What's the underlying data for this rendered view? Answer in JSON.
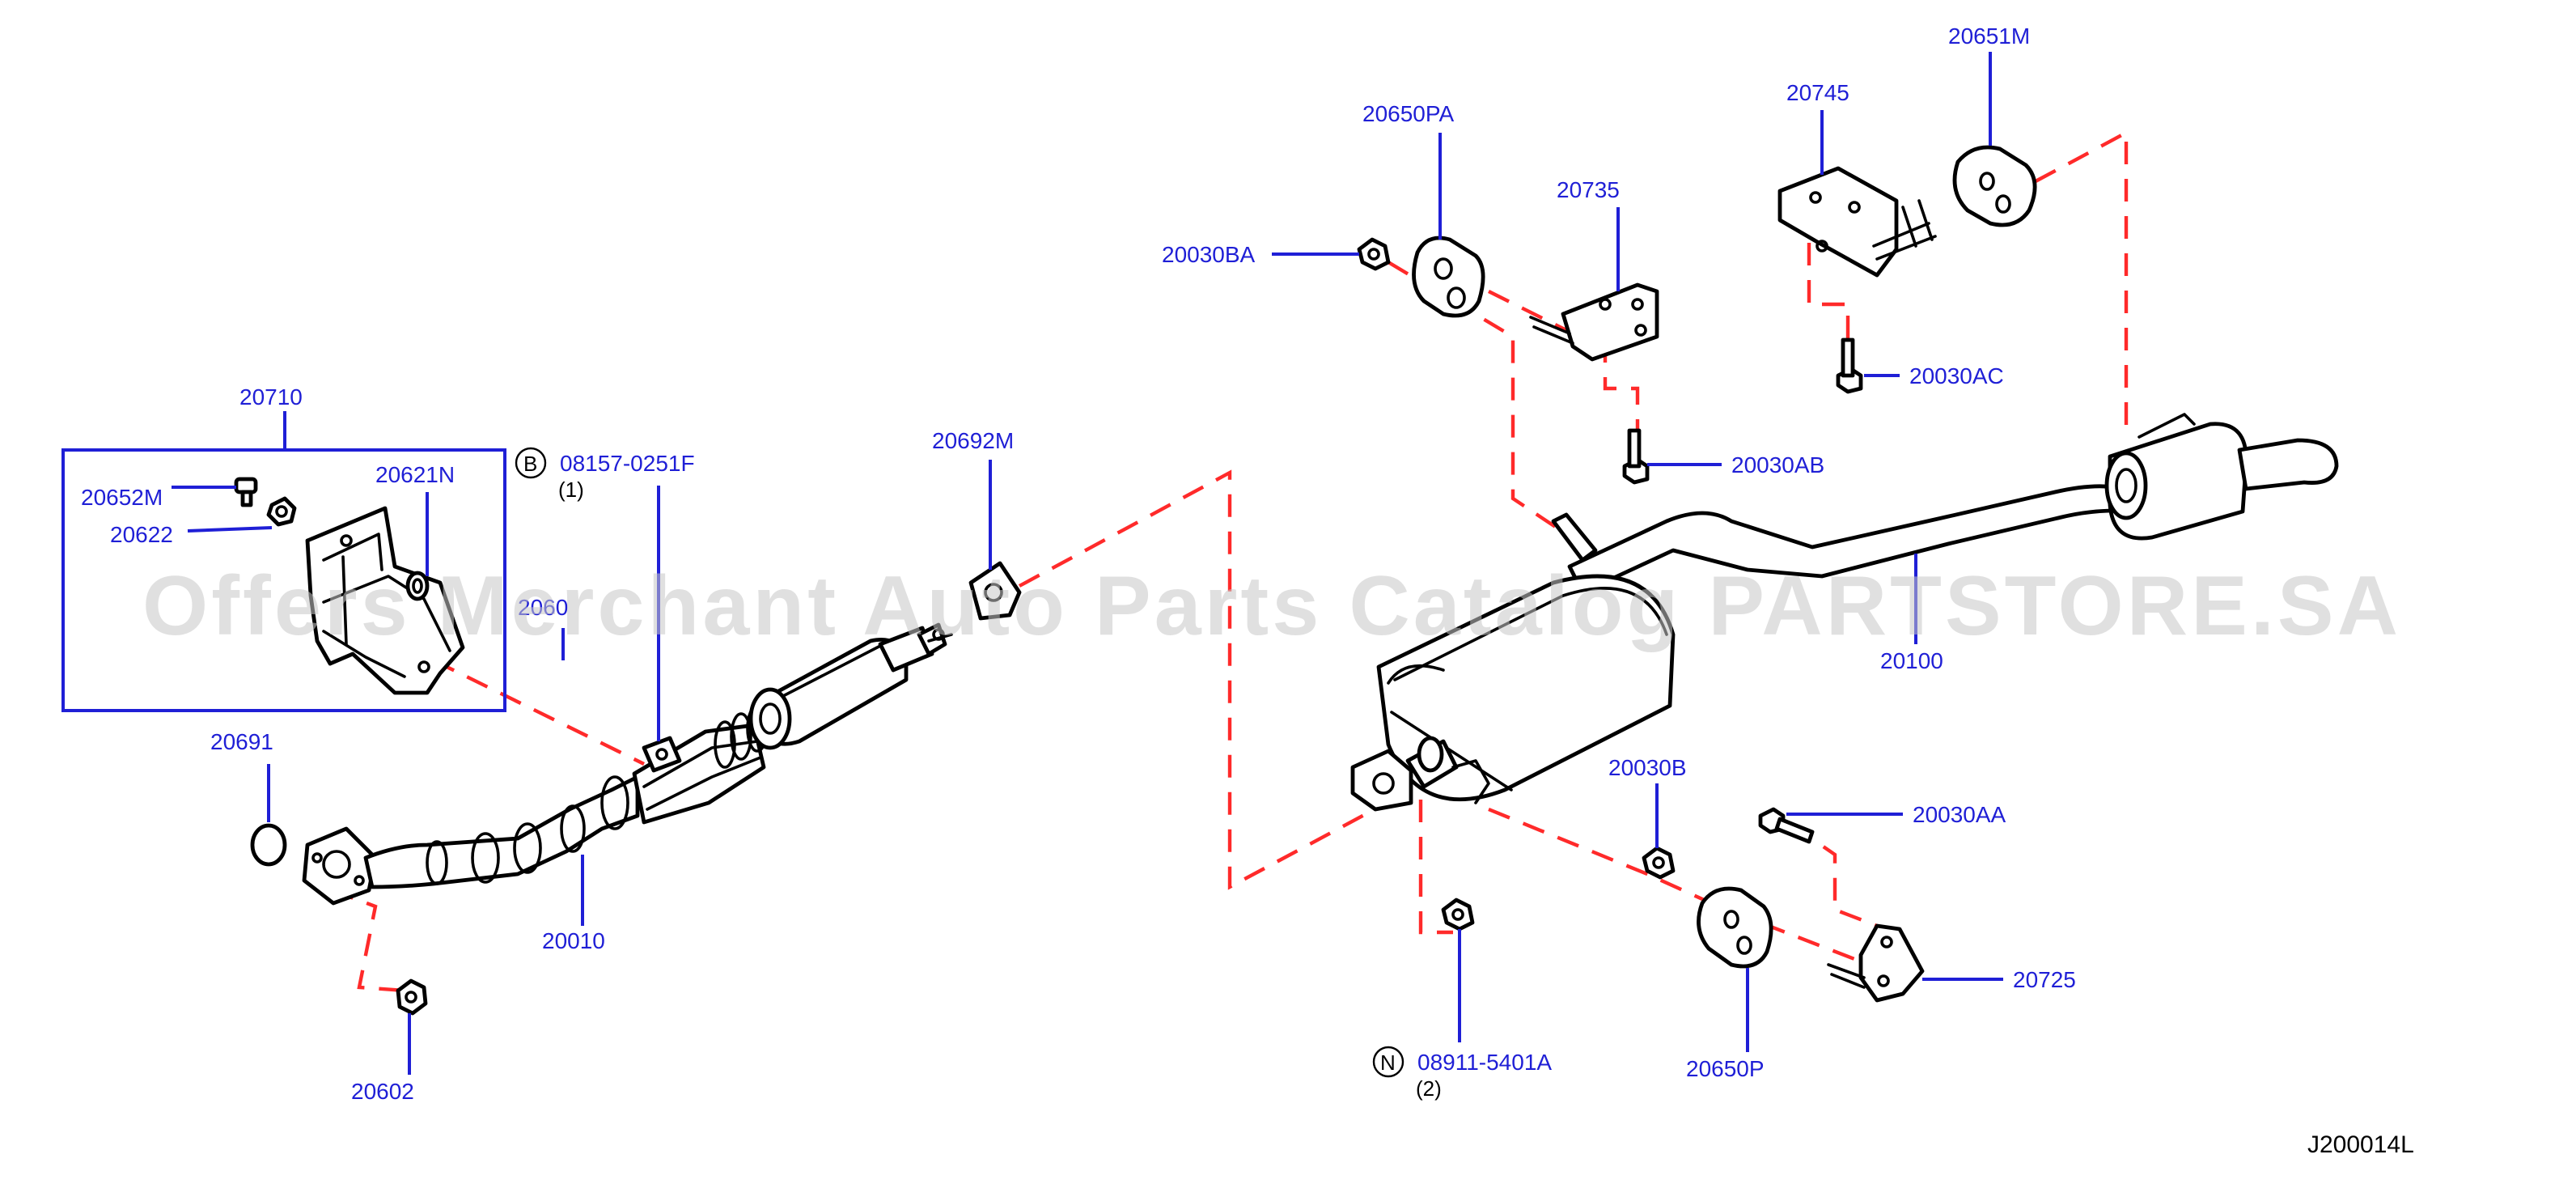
{
  "watermark": "Offers Merchant Auto Parts Catalog PARTSTORE.SA",
  "diagram_code": "J200014L",
  "labels": {
    "p20710": "20710",
    "p20652M": "20652M",
    "p20622": "20622",
    "p20621N": "20621N",
    "p20691": "20691",
    "p20010": "20010",
    "p20602": "20602",
    "p20692M": "20692M",
    "p08157": "08157-0251F",
    "p08157_qty": "(1)",
    "p08157_circle": "B",
    "p20650PA": "20650PA",
    "p20030BA": "20030BA",
    "p20735": "20735",
    "p20745": "20745",
    "p20651M": "20651M",
    "p20030AC": "20030AC",
    "p20030AB": "20030AB",
    "p20100": "20100",
    "p20030B": "20030B",
    "p20030AA": "20030AA",
    "p20725": "20725",
    "p20650P": "20650P",
    "p08911": "08911-5401A",
    "p08911_qty": "(2)",
    "p08911_circle": "N",
    "p20611_partial": "2060"
  },
  "colors": {
    "label": "#1f1fd6",
    "leader": "#1f1fd6",
    "phantom_line": "#ff2a2a",
    "part_outline": "#000000",
    "watermark": "#c8c8c8"
  }
}
